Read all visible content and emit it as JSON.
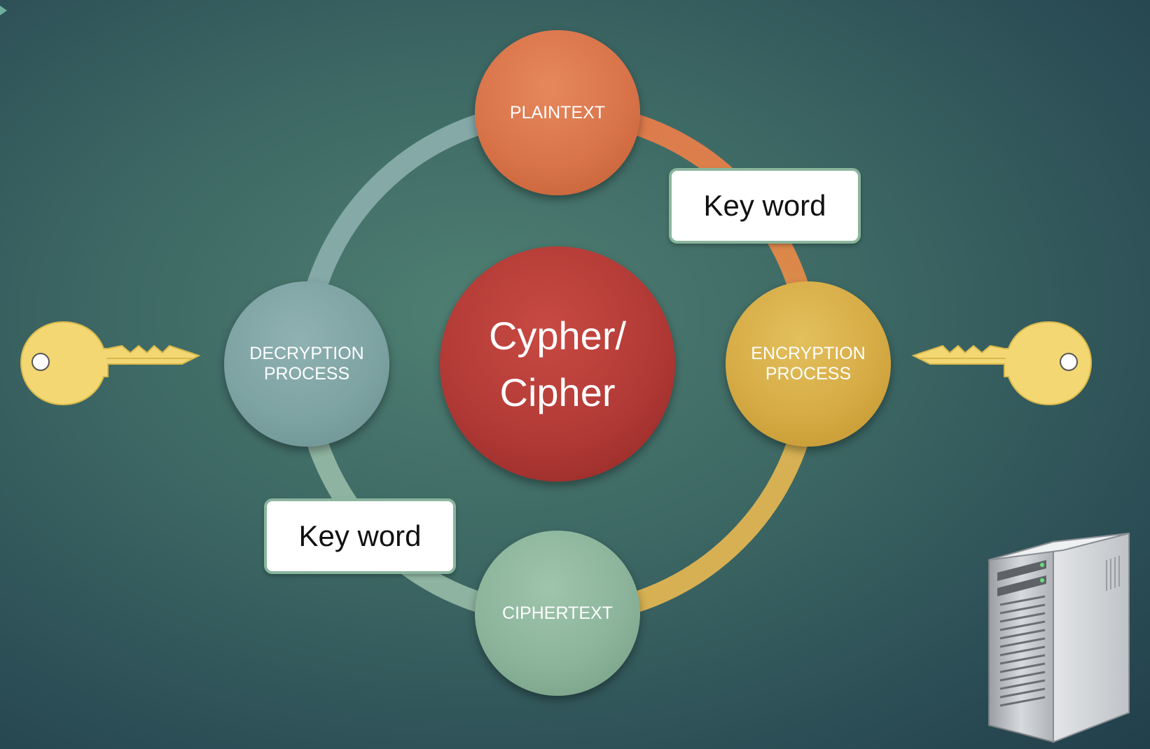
{
  "nodes": {
    "plaintext": "PLAINTEXT",
    "encryption": "ENCRYPTION\nPROCESS",
    "ciphertext": "CIPHERTEXT",
    "decryption": "DECRYPTION\nPROCESS",
    "center": "Cypher/\nCipher"
  },
  "callouts": {
    "top": "Key word",
    "bottom": "Key word"
  },
  "colors": {
    "plaintext": "#d9744a",
    "encryption": "#d6ab45",
    "ciphertext": "#8bb49b",
    "decryption": "#7ea3a3",
    "center": "#b23a36",
    "key": "#f3d773"
  },
  "icons": [
    "key-icon",
    "key-icon",
    "server-icon"
  ]
}
